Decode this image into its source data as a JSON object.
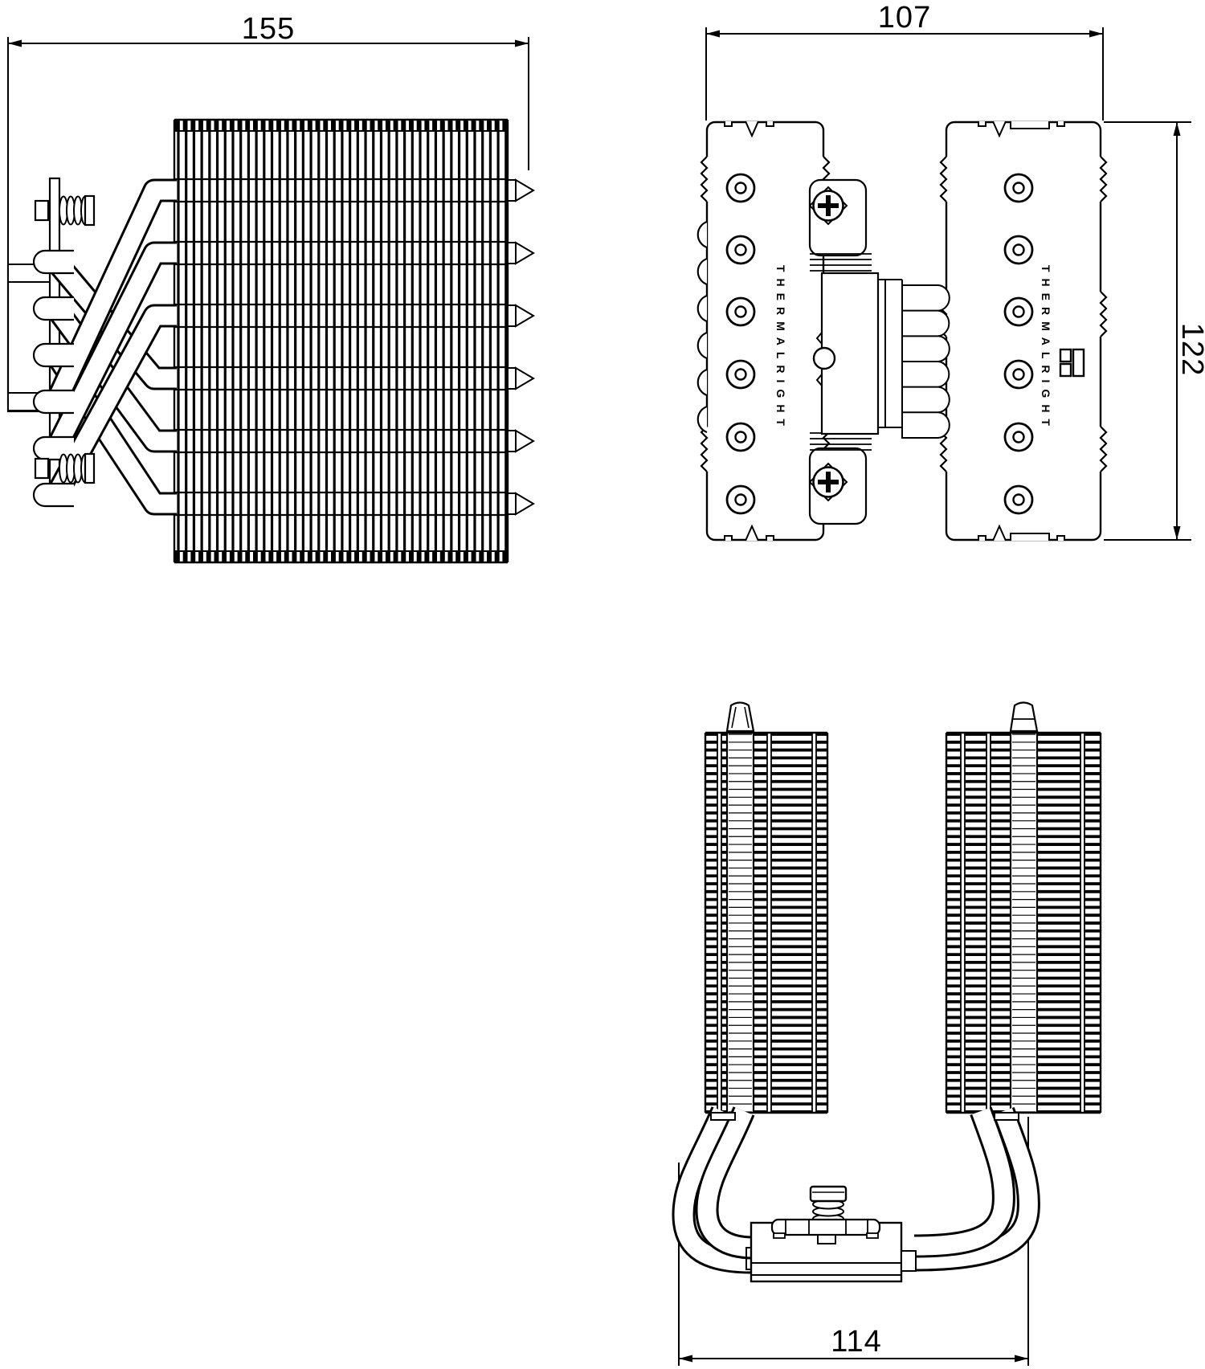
{
  "drawing": {
    "background_color": "#ffffff",
    "line_color": "#000000",
    "brand_label": "THERMALRIGHT",
    "logo_icon": "thermalright-window-logo",
    "dimensions": {
      "side_width_mm": "155",
      "top_width_mm": "107",
      "top_depth_mm": "122",
      "front_span_mm": "114"
    }
  }
}
